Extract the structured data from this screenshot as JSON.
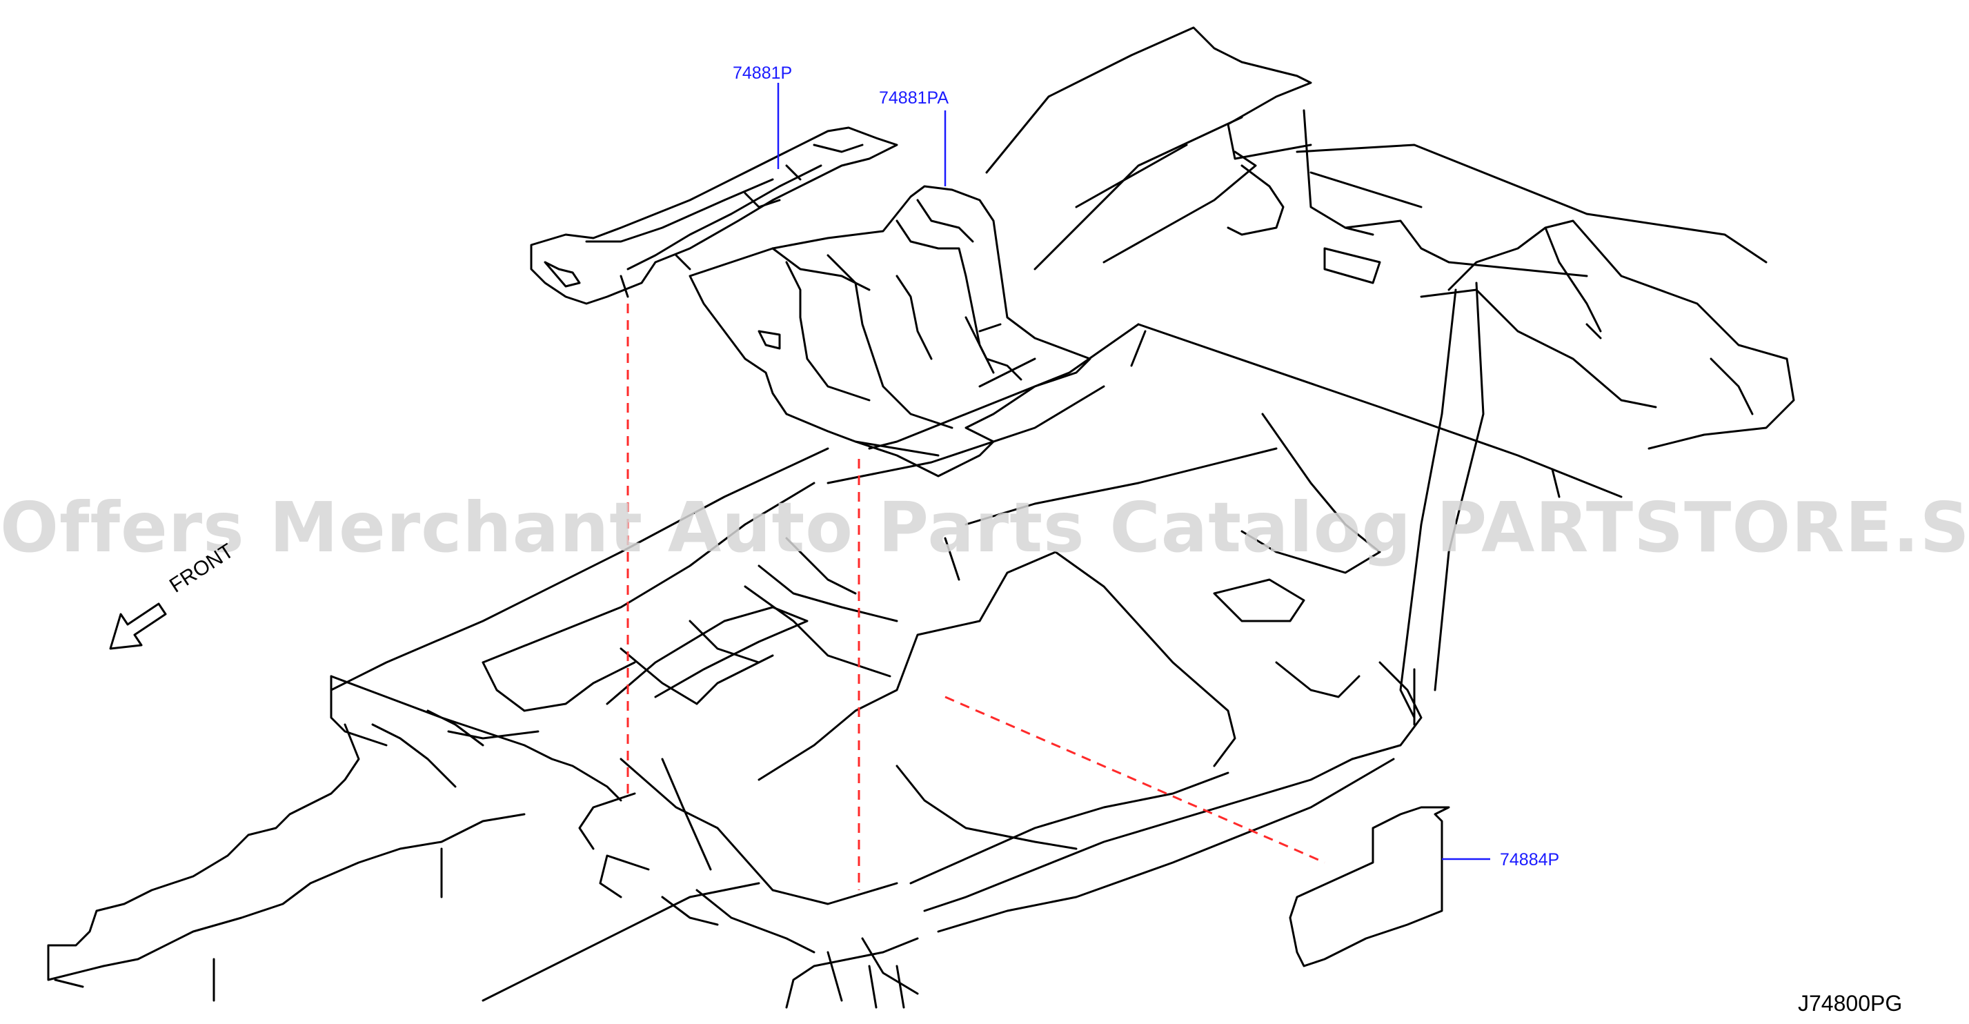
{
  "watermark": "Offers Merchant Auto Parts Catalog PARTSTORE.SA",
  "direction_label": "FRONT",
  "diagram_code": "J74800PG",
  "callouts": [
    {
      "id": "part-74881p",
      "text": "74881P"
    },
    {
      "id": "part-74881pa",
      "text": "74881PA"
    },
    {
      "id": "part-74884p",
      "text": "74884P"
    }
  ],
  "colors": {
    "line": "#000000",
    "callout": "#1a1aff",
    "dashed_guide": "#ff2a2a",
    "watermark": "#d6d6d6"
  }
}
